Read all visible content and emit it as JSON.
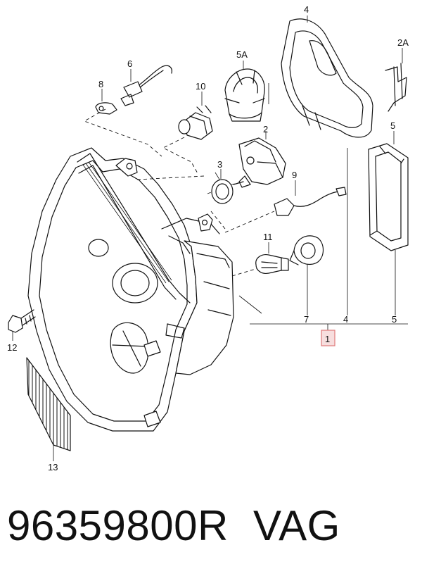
{
  "callouts": {
    "c1": "1",
    "c2": "2",
    "c2a": "2A",
    "c3": "3",
    "c4_top": "4",
    "c4_bottom": "4",
    "c5_top": "5",
    "c5_bottom": "5",
    "c5a": "5A",
    "c6": "6",
    "c7": "7",
    "c8": "8",
    "c9": "9",
    "c10": "10",
    "c11": "11",
    "c12": "12",
    "c13": "13"
  },
  "footer": {
    "part_number": "96359800R",
    "brand": "VAG"
  },
  "colors": {
    "line": "#111111",
    "highlight_fill": "#f7dede",
    "highlight_border": "#e07a7a"
  }
}
